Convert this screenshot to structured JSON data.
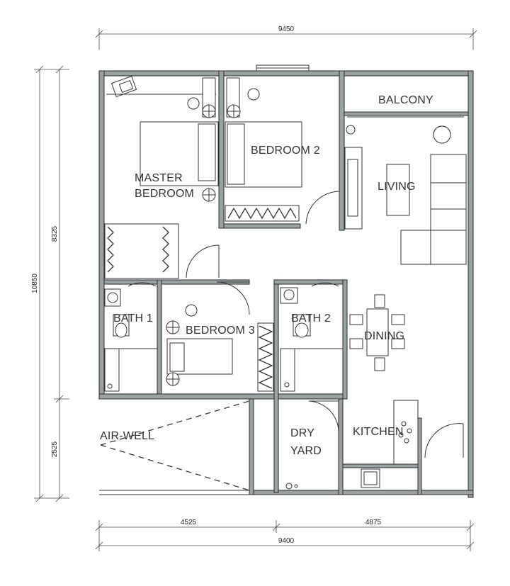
{
  "dimensions": {
    "top_total": "9450",
    "bottom_left": "4525",
    "bottom_right": "4875",
    "bottom_total": "9400",
    "left_total": "10850",
    "left_upper": "8325",
    "left_lower": "2525"
  },
  "rooms": {
    "balcony": "BALCONY",
    "bedroom2": "BEDROOM 2",
    "master_line1": "MASTER",
    "master_line2": "BEDROOM",
    "living": "LIVING",
    "bath1": "BATH 1",
    "bedroom3": "BEDROOM 3",
    "bath2": "BATH 2",
    "dining": "DINING",
    "air_well": "AIR-WELL",
    "dry_line1": "DRY",
    "dry_line2": "YARD",
    "kitchen": "KITCHEN"
  }
}
